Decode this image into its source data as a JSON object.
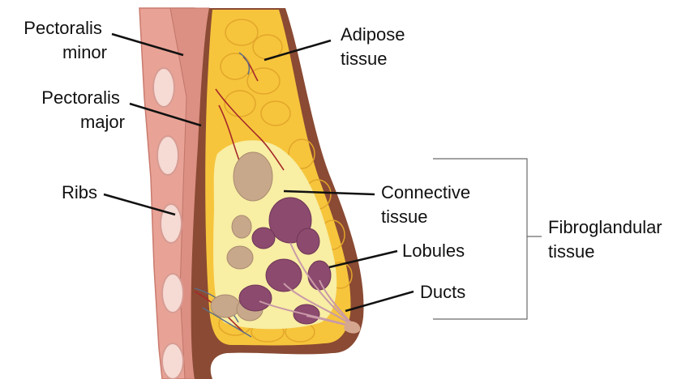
{
  "labels": {
    "pectoralis_minor": [
      "Pectoralis",
      "minor"
    ],
    "pectoralis_major": [
      "Pectoralis",
      "major"
    ],
    "ribs": "Ribs",
    "adipose": [
      "Adipose",
      "tissue"
    ],
    "connective": [
      "Connective",
      "tissue"
    ],
    "lobules": "Lobules",
    "ducts": "Ducts",
    "fibroglandular": [
      "Fibroglandular",
      "tissue"
    ]
  },
  "colors": {
    "skin_outer": "#8a4a33",
    "skin_inner": "#b36a46",
    "muscle": "#e8a396",
    "muscle_dark": "#d4857a",
    "rib": "#f4d2cc",
    "adipose": "#f6c53c",
    "adipose_edge": "#e3a62a",
    "connective": "#f8eea4",
    "lobule_purple": "#8c4a6e",
    "lobule_tan": "#c8a88a",
    "vessel": "#a62a2a",
    "leader": "#111111"
  }
}
